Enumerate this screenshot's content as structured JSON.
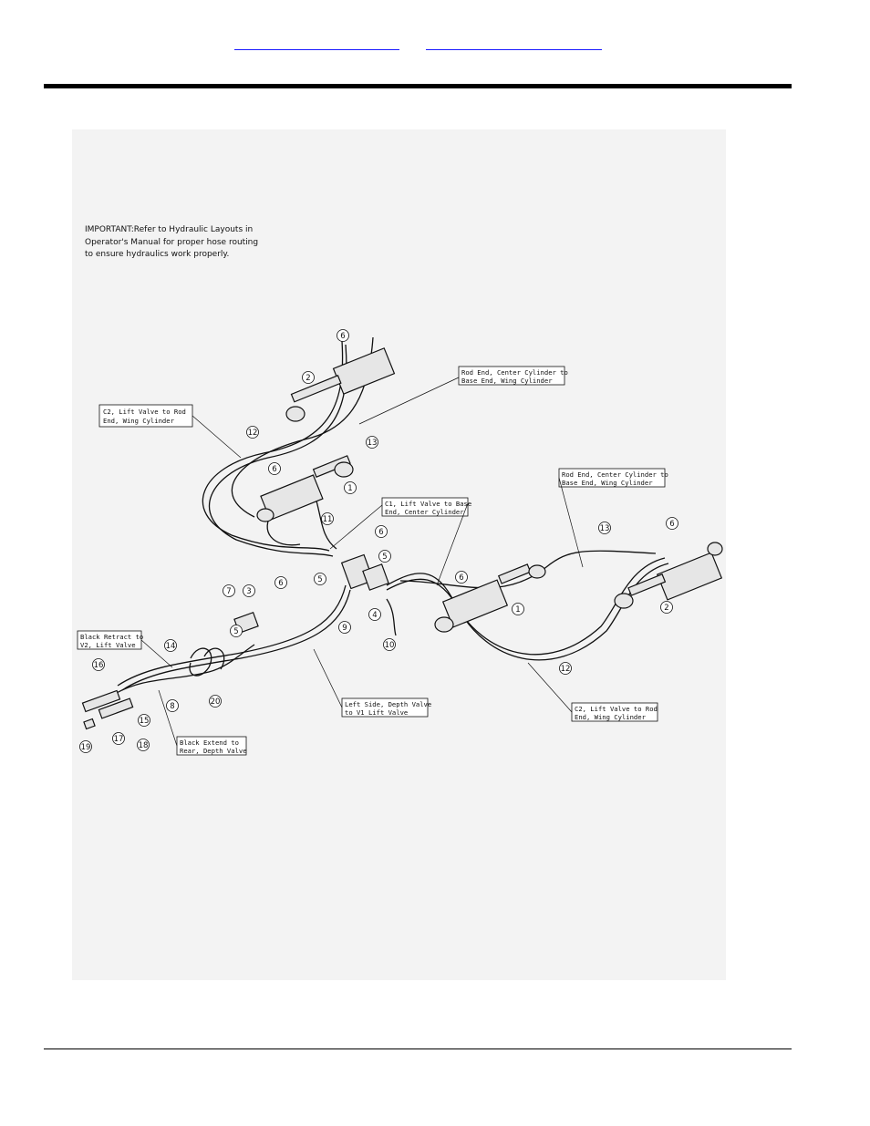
{
  "header": {
    "link_1": "",
    "link_2": ""
  },
  "figure": {
    "note": "IMPORTANT:Refer to Hydraulic Layouts in\nOperator's Manual for proper hose routing\nto ensure hydraulics work properly.",
    "callouts": [
      {
        "id": "c2-left",
        "line1": "C2, Lift Valve to Rod",
        "line2": "End, Wing Cylinder"
      },
      {
        "id": "rod-left",
        "line1": "Rod End, Center Cylinder to",
        "line2": "Base End, Wing Cylinder"
      },
      {
        "id": "c1",
        "line1": "C1, Lift Valve to Base",
        "line2": "End, Center Cylinder"
      },
      {
        "id": "rod-right",
        "line1": "Rod End, Center Cylinder to",
        "line2": "Base End, Wing Cylinder"
      },
      {
        "id": "black-retract",
        "line1": "Black Retract to",
        "line2": "V2, Lift Valve"
      },
      {
        "id": "left-side",
        "line1": "Left Side, Depth Valve",
        "line2": "to V1 Lift Valve"
      },
      {
        "id": "black-extend",
        "line1": "Black Extend to",
        "line2": "Rear, Depth Valve"
      },
      {
        "id": "c2-right",
        "line1": "C2, Lift Valve to Rod",
        "line2": "End, Wing Cylinder"
      }
    ],
    "items": [
      "6",
      "2",
      "12",
      "13",
      "6",
      "1",
      "11",
      "6",
      "5",
      "5",
      "7",
      "3",
      "6",
      "4",
      "5",
      "9",
      "6",
      "1",
      "10",
      "13",
      "6",
      "2",
      "12",
      "14",
      "16",
      "8",
      "20",
      "15",
      "17",
      "18",
      "19"
    ]
  }
}
